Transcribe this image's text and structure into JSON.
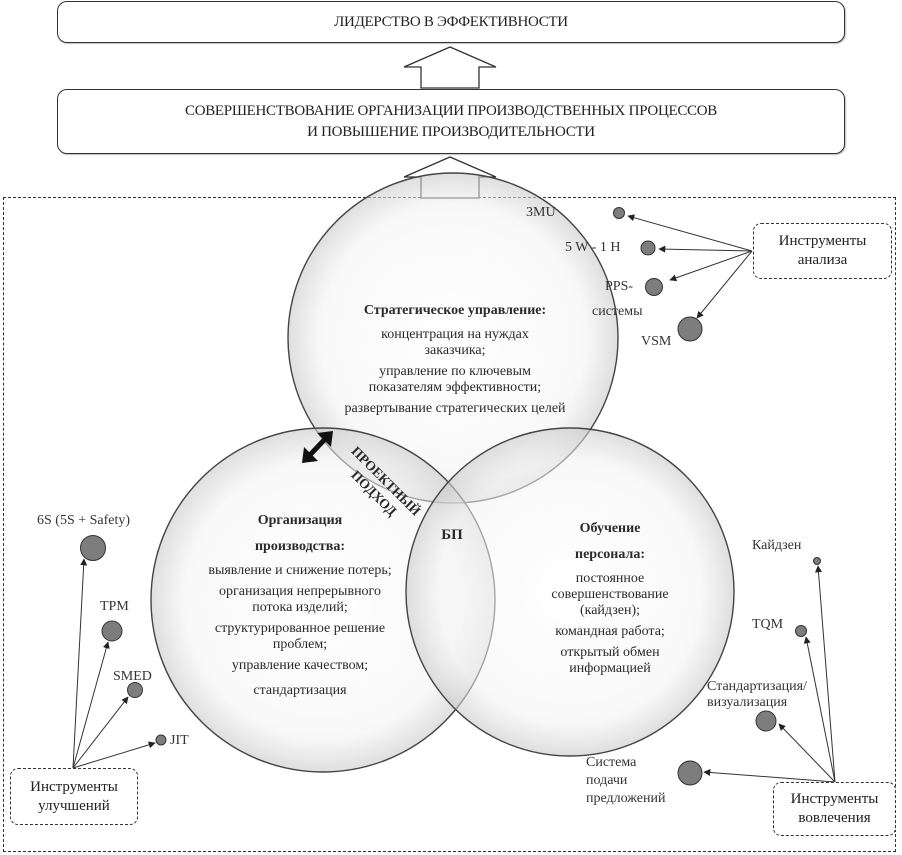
{
  "header": {
    "top_goal": "ЛИДЕРСТВО В ЭФФЕКТИВНОСТИ",
    "middle_goal_line1": "СОВЕРШЕНСТВОВАНИЕ  ОРГАНИЗАЦИИ ПРОИЗВОДСТВЕННЫХ ПРОЦЕССОВ",
    "middle_goal_line2": "И ПОВЫШЕНИЕ ПРОИЗВОДИТЕЛЬНОСТИ"
  },
  "circles": {
    "strategic": {
      "title": "Стратегическое  управление:",
      "items": [
        "концентрация на нуждах заказчика;",
        "управление по ключевым показателям эффективности;",
        "развертывание стратегических целей"
      ]
    },
    "production": {
      "title_line1": "Организация",
      "title_line2": "производства:",
      "items": [
        "выявление и снижение потерь;",
        "организация непрерывного потока изделий;",
        "структурированное решение проблем;",
        "управление качеством;",
        "стандартизация"
      ]
    },
    "training": {
      "title_line1": "Обучение",
      "title_line2": "персонала:",
      "items": [
        "постоянное совершенствование (кайдзен);",
        "командная работа;",
        "открытый обмен информацией"
      ]
    }
  },
  "intersections": {
    "project_line1": "ПРОЕКТНЫЙ",
    "project_line2": "ПОДХОД",
    "center": "БП"
  },
  "analysis_tools": {
    "label_line1": "Инструменты",
    "label_line2": "анализа",
    "items": [
      "3MU",
      "5 W - 1 H",
      "PPS-",
      "системы",
      "VSM"
    ]
  },
  "improvement_tools": {
    "label_line1": "Инструменты",
    "label_line2": "улучшений",
    "items": [
      "6S (5S + Safety)",
      "TPM",
      "SMED",
      "JIT"
    ]
  },
  "involvement_tools": {
    "label_line1": "Инструменты",
    "label_line2": "вовлечения",
    "items": [
      "Кайдзен",
      "TQM",
      "Стандартизация/",
      "визуализация",
      "Система",
      "подачи",
      "предложений"
    ]
  },
  "colors": {
    "node_fill": "#7d7d7d",
    "stroke": "#333333",
    "circle_fill": "#f4f4f4"
  }
}
